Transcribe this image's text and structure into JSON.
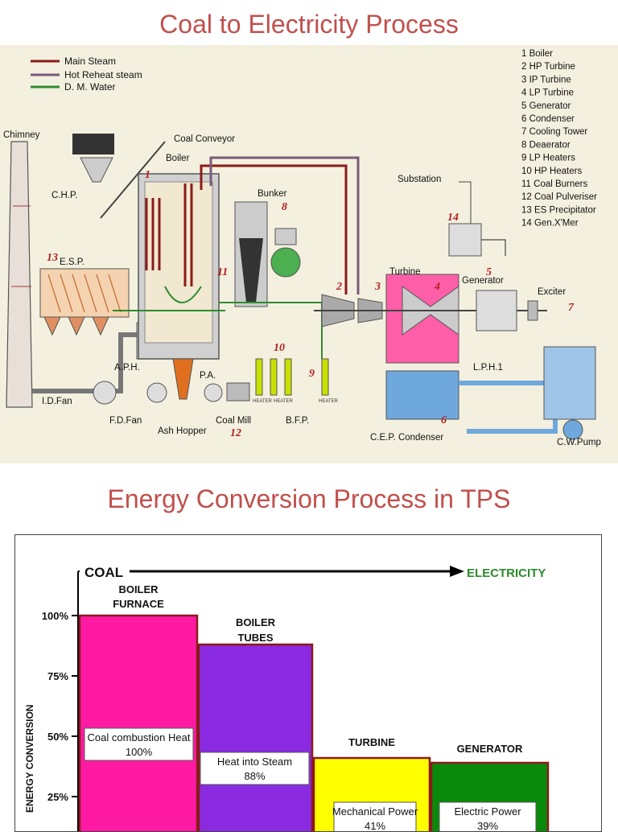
{
  "titles": {
    "diagram": "Coal to Electricity Process",
    "chart": "Energy Conversion Process in TPS"
  },
  "legend": {
    "main_steam": "Main Steam",
    "hot_reheat": "Hot Reheat steam",
    "dm_water": "D. M. Water",
    "colors": {
      "main_steam": "#8b1a1a",
      "hot_reheat": "#7a5a7a",
      "dm_water": "#2e8b2e"
    }
  },
  "component_list": [
    "1 Boiler",
    "2 HP Turbine",
    "3 IP Turbine",
    "4 LP Turbine",
    "5 Generator",
    "6 Condenser",
    "7 Cooling Tower",
    "8 Deaerator",
    "9 LP Heaters",
    "10 HP Heaters",
    "11 Coal Burners",
    "12 Coal Pulveriser",
    "13 ES Precipitator",
    "14 Gen.X'Mer"
  ],
  "labels": {
    "chimney": "Chimney",
    "coal_conveyor": "Coal Conveyor",
    "boiler": "Boiler",
    "chp": "C.H.P.",
    "bunker": "Bunker",
    "substation": "Substation",
    "esp": "E.S.P.",
    "turbine": "Turbine",
    "generator": "Generator",
    "exciter": "Exciter",
    "aph": "A.P.H.",
    "pa": "P.A.",
    "lph1": "L.P.H.1",
    "id_fan": "I.D.Fan",
    "fd_fan": "F.D.Fan",
    "coal_mill": "Coal Mill",
    "bfp": "B.F.P.",
    "ash_hopper": "Ash Hopper",
    "cep_condenser": "C.E.P. Condenser",
    "cw_pump": "C.W.Pump",
    "heater": "HEATER"
  },
  "callout_numbers": [
    "1",
    "2",
    "3",
    "4",
    "5",
    "6",
    "7",
    "8",
    "9",
    "10",
    "11",
    "12",
    "13",
    "14"
  ],
  "chart_data": {
    "type": "bar",
    "flow_start": "COAL",
    "flow_end": "ELECTRICITY",
    "ylabel": "ENERGY CONVERSION",
    "yticks": [
      "100%",
      "75%",
      "50%",
      "25%"
    ],
    "ylim": [
      0,
      100
    ],
    "categories": [
      "BOILER FURNACE",
      "BOILER TUBES",
      "TURBINE",
      "GENERATOR"
    ],
    "values": [
      100,
      88,
      41,
      39
    ],
    "bar_labels": [
      "Coal combustion Heat 100%",
      "Heat into Steam 88%",
      "Mechanical Power 41%",
      "Electric Power 39%"
    ],
    "colors": [
      "#ff1aa3",
      "#8a2be2",
      "#ffff00",
      "#0a8a0a"
    ]
  }
}
